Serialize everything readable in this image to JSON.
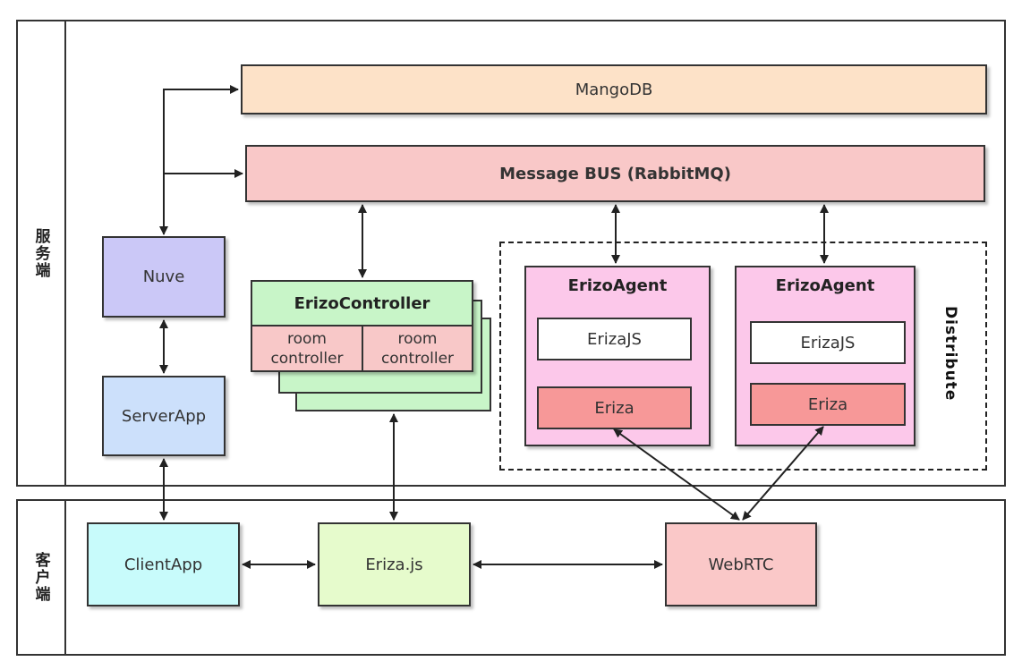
{
  "lanes": {
    "server_label": "服务端",
    "client_label": "客户端"
  },
  "nodes": {
    "mangodb": "MangoDB",
    "message_bus": "Message BUS (RabbitMQ)",
    "nuve": "Nuve",
    "serverapp": "ServerApp",
    "erizo_controller": "ErizoController",
    "room_controller_1": "room\ncontroller",
    "room_controller_2": "room\ncontroller",
    "distribute": "Distribute",
    "agent1": {
      "title": "ErizoAgent",
      "js": "ErizaJS",
      "core": "Eriza"
    },
    "agent2": {
      "title": "ErizoAgent",
      "js": "ErizaJS",
      "core": "Eriza"
    },
    "clientapp": "ClientApp",
    "erizajs_client": "Eriza.js",
    "webrtc": "WebRTC"
  },
  "colors": {
    "mangodb": "#fde2c8",
    "message_bus": "#f9c8c8",
    "nuve": "#cbc8f7",
    "serverapp": "#cce0fb",
    "controller": "#c8f5c8",
    "room": "#f8c8c8",
    "agent": "#fcc8ea",
    "erizajs": "#ffffff",
    "eriza": "#f79898",
    "clientapp": "#c8fbfb",
    "client_erizajs": "#e6fbcc",
    "webrtc": "#fac8c8"
  }
}
